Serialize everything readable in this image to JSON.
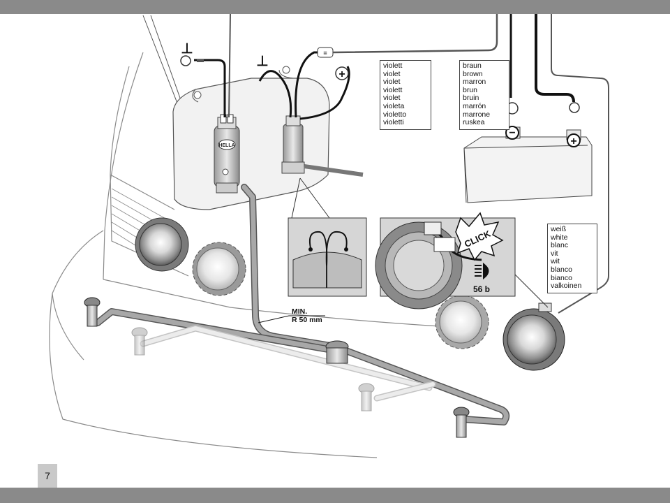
{
  "page": {
    "number": "7"
  },
  "wire_labels": {
    "violet": [
      "violett",
      "violet",
      "violet",
      "violett",
      "violet",
      "violeta",
      "violetto",
      "violetti"
    ],
    "brown": [
      "braun",
      "brown",
      "marron",
      "brun",
      "bruin",
      "marrón",
      "marrone",
      "ruskea"
    ],
    "white": [
      "weiß",
      "white",
      "blanc",
      "vit",
      "wit",
      "blanco",
      "bianco",
      "valkoinen"
    ]
  },
  "symbols": {
    "ground": "⊥",
    "plus": "+",
    "minus": "−"
  },
  "callouts": {
    "click": "CLICK",
    "headlight_code": "56 b",
    "min_radius_title": "MIN.",
    "min_radius_value": "R 50 mm"
  },
  "connector_mark": "="
}
